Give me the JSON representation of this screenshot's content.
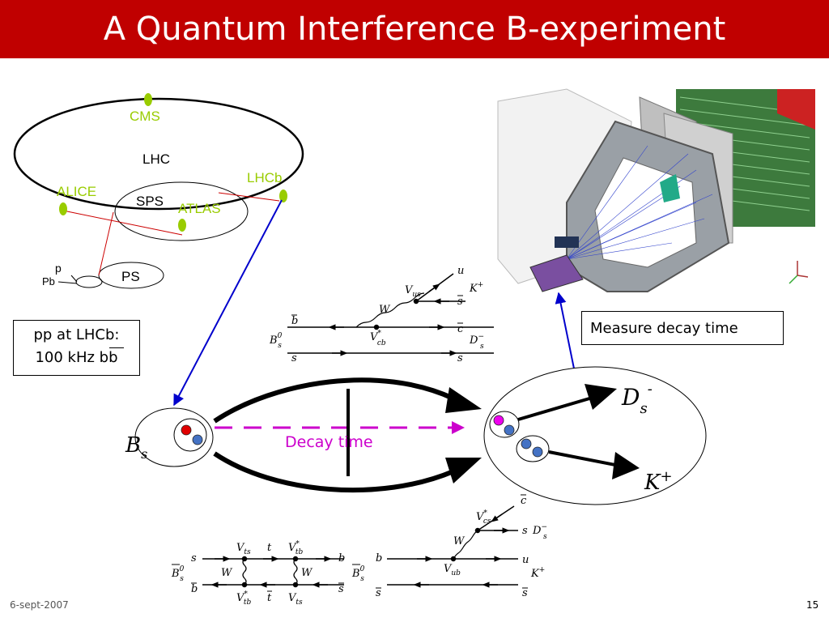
{
  "title": "A Quantum Interference B-experiment",
  "lhc": {
    "ring_label": "LHC",
    "sps_label": "SPS",
    "ps_label": "PS",
    "p_label": "p",
    "pb_label": "Pb",
    "experiments": {
      "cms": "CMS",
      "alice": "ALICE",
      "atlas": "ATLAS",
      "lhcb": "LHCb"
    },
    "experiment_color": "#99cc00"
  },
  "pp_box": {
    "line1": "pp at LHCb:",
    "line2": "100 kHz bb"
  },
  "measure_box": "Measure decay time",
  "main": {
    "bs_label": "B",
    "bs_sub": "s",
    "decay_time_label": "Decay time",
    "ds_label": "D",
    "ds_sub": "s",
    "ds_sup": "-",
    "k_label": "K",
    "k_sup": "+"
  },
  "feynman_top": {
    "left_b": "b",
    "left_s": "s",
    "bs0": "B",
    "bs0_sup": "0",
    "bs0_sub": "s",
    "w": "W",
    "vus": "V",
    "vus_sub": "us",
    "vcb": "V",
    "vcb_sup": "*",
    "vcb_sub": "cb",
    "right_u": "u",
    "right_sbar": "s",
    "right_cbar": "c",
    "right_s": "s",
    "kplus": "K",
    "kplus_sup": "+",
    "dsminus": "D",
    "dsminus_sup": "−",
    "dsminus_sub": "s"
  },
  "feynman_box": {
    "bs0": "B",
    "bs0_sup": "0",
    "bs0_sub": "s",
    "s_top": "s",
    "b_bot": "b",
    "vts_top": "V",
    "vts_top_sub": "ts",
    "t_top": "t",
    "vtb_top": "V",
    "vtb_top_sup": "*",
    "vtb_top_sub": "tb",
    "b_right": "b",
    "w_left": "W",
    "w_right": "W",
    "vtb_bot": "V",
    "vtb_bot_sup": "*",
    "vtb_bot_sub": "tb",
    "tbar_bot": "t",
    "vts_bot": "V",
    "vts_bot_sub": "ts",
    "sbar_right": "s"
  },
  "feynman_bottom": {
    "bbar_bs0": "B",
    "bbar_bs0_sup": "0",
    "bbar_bs0_sub": "s",
    "b_left": "b",
    "sbar_left": "s",
    "w": "W",
    "vub": "V",
    "vub_sub": "ub",
    "vcs": "V",
    "vcs_sup": "*",
    "vcs_sub": "cs",
    "cbar": "c",
    "s": "s",
    "dsminus": "D",
    "dsminus_sup": "−",
    "dsminus_sub": "s",
    "u": "u",
    "kplus": "K",
    "kplus_sup": "+",
    "sbar_right": "s"
  },
  "footer": {
    "date": "6-sept-2007",
    "page": "15"
  },
  "colors": {
    "title_bg": "#c00000",
    "decay_dash": "#cc00cc",
    "arrow_blue": "#0000cc",
    "link_red": "#cc0000"
  }
}
